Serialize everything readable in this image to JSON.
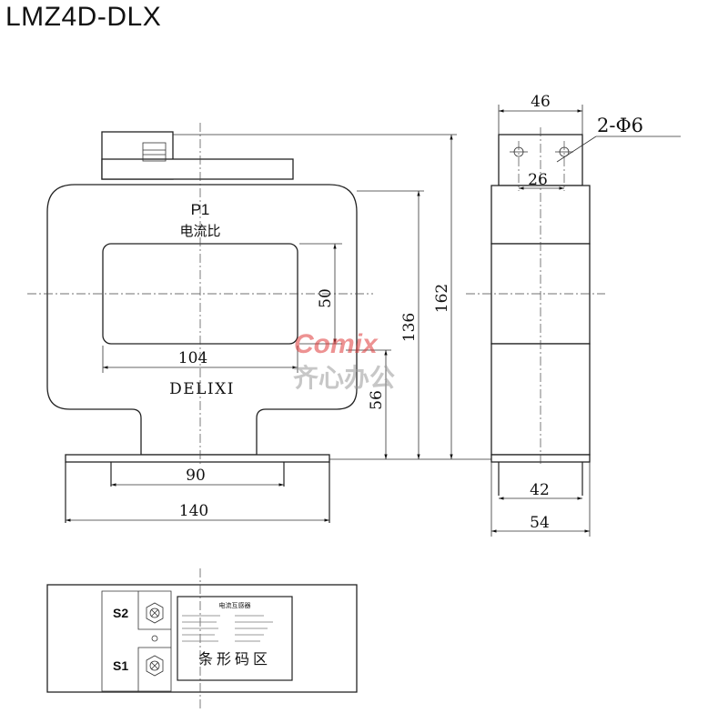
{
  "title": "LMZ4D-DLX",
  "front_view": {
    "terminal_label": "P1",
    "ratio_label": "电流比",
    "brand": "DELIXI",
    "dims": {
      "window_width": "104",
      "window_height": "50",
      "inner_height": "136",
      "overall_height": "162",
      "base_height": "56",
      "mount_spacing": "90",
      "base_width": "140"
    }
  },
  "side_view": {
    "dims": {
      "top_width": "46",
      "hole_spec": "2-Φ6",
      "hole_spacing": "26",
      "bottom_inner": "42",
      "bottom_width": "54"
    }
  },
  "bottom_view": {
    "terminal_s2": "S2",
    "terminal_s1": "S1",
    "label_title": "电流互感器",
    "barcode_area": "条形码区"
  },
  "watermark": {
    "logo_text": "Comix",
    "company": "齐心办公"
  }
}
